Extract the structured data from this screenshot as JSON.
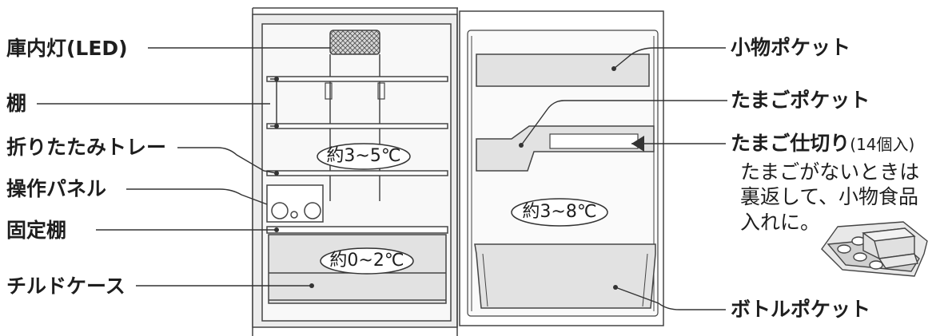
{
  "labels": {
    "interior_light": "庫内灯(LED)",
    "shelf": "棚",
    "folding_tray": "折りたたみトレー",
    "control_panel": "操作パネル",
    "fixed_shelf": "固定棚",
    "chilled_case": "チルドケース",
    "small_item_pocket": "小物ポケット",
    "egg_pocket": "たまごポケット",
    "egg_divider": "たまご仕切り",
    "egg_divider_count": "(14個入)",
    "egg_note": "たまごがないときは\n裏返して、小物食品\n入れに。",
    "bottle_pocket": "ボトルポケット"
  },
  "temperatures": {
    "main_compartment": "約3~5℃",
    "chilled_case": "約0~2℃",
    "door": "約3~8℃"
  }
}
